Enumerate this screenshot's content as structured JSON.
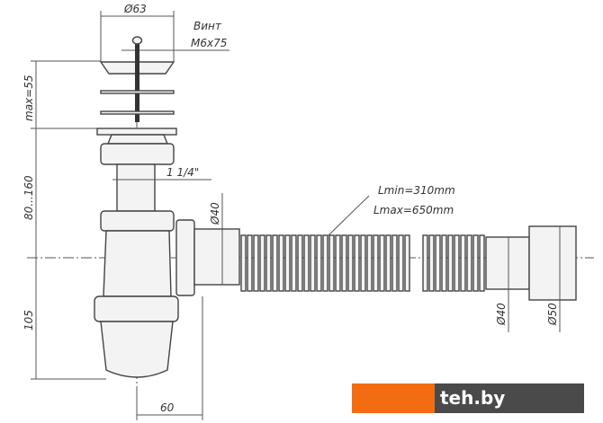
{
  "drawing": {
    "title": "Siphon technical drawing",
    "dimensions": {
      "top_diameter": "Ø63",
      "screw_label": "Винт",
      "screw_size": "M6x75",
      "max_height": "max=55",
      "height_range": "80...160",
      "thread": "1 1/4\"",
      "outlet_diameter": "Ø40",
      "bottom_height": "105",
      "offset": "60",
      "hose_min": "Lmin=310mm",
      "hose_max": "Lmax=650mm",
      "hose_end_inner": "Ø40",
      "hose_end_outer": "Ø50"
    }
  },
  "watermark": {
    "text": "teh.by",
    "colors": {
      "orange": "#f36c12",
      "dark": "#4a4a4a"
    }
  }
}
